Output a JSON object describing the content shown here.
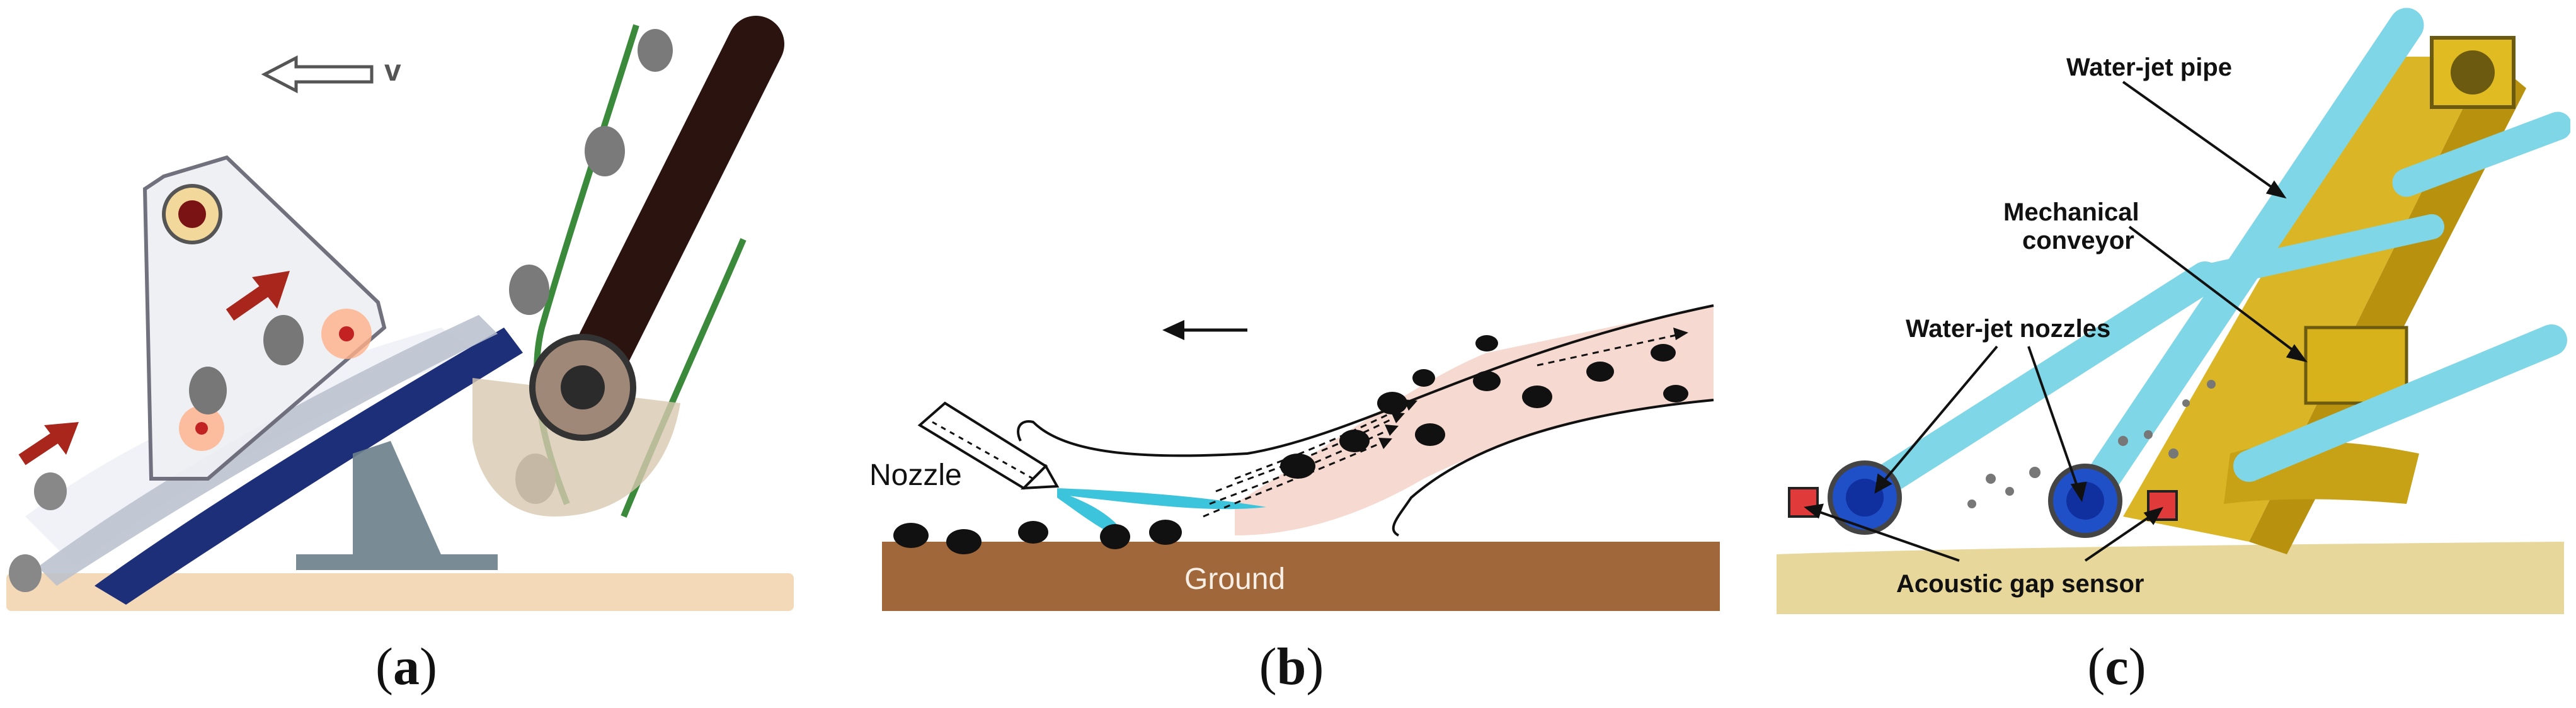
{
  "panel_a": {
    "velocity_label": "v",
    "caption": {
      "open": "(",
      "letter": "a",
      "close": ")"
    }
  },
  "panel_b": {
    "nozzle_label": "Nozzle",
    "ground_label": "Ground",
    "caption": {
      "open": "(",
      "letter": "b",
      "close": ")"
    }
  },
  "panel_c": {
    "water_jet_pipe_label": "Water-jet pipe",
    "mechanical_conveyor_label_line1": "Mechanical",
    "mechanical_conveyor_label_line2": "conveyor",
    "water_jet_nozzles_label": "Water-jet nozzles",
    "acoustic_gap_sensor_label": "Acoustic gap sensor",
    "caption": {
      "open": "(",
      "letter": "c",
      "close": ")"
    }
  },
  "colors": {
    "ground_a": "#f3d9b8",
    "ground_b": "#a0673a",
    "plume": "#f6d9d0",
    "jet": "#3cc4dc",
    "belt_dark": "#2b1410",
    "frame_blue": "#1e2f7a",
    "pipe_cyan": "#7fd6e6",
    "conveyor_yellow": "#d8b21a",
    "sand": "#e8d79a"
  }
}
